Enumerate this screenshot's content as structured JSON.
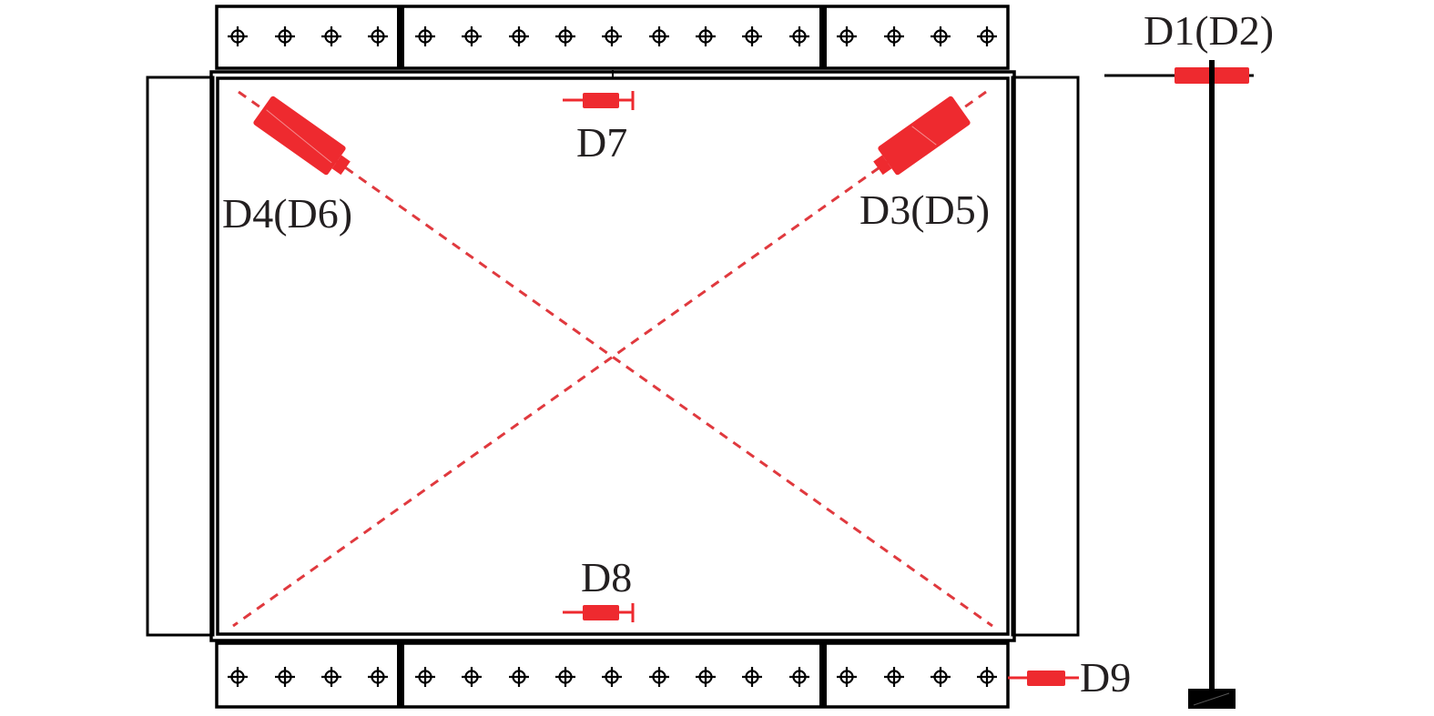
{
  "labels": {
    "d1_d2": "D1(D2)",
    "d3_d5": "D3(D5)",
    "d4_d6": "D4(D6)",
    "d7": "D7",
    "d8": "D8",
    "d9": "D9"
  },
  "colors": {
    "outline": "#000000",
    "sensor": "#ee2a2f",
    "dashed_line": "#e0393e",
    "text": "#231f20"
  },
  "icons": {
    "bolt": "crosshair-circle-icon",
    "sensor": "displacement-sensor-icon"
  }
}
